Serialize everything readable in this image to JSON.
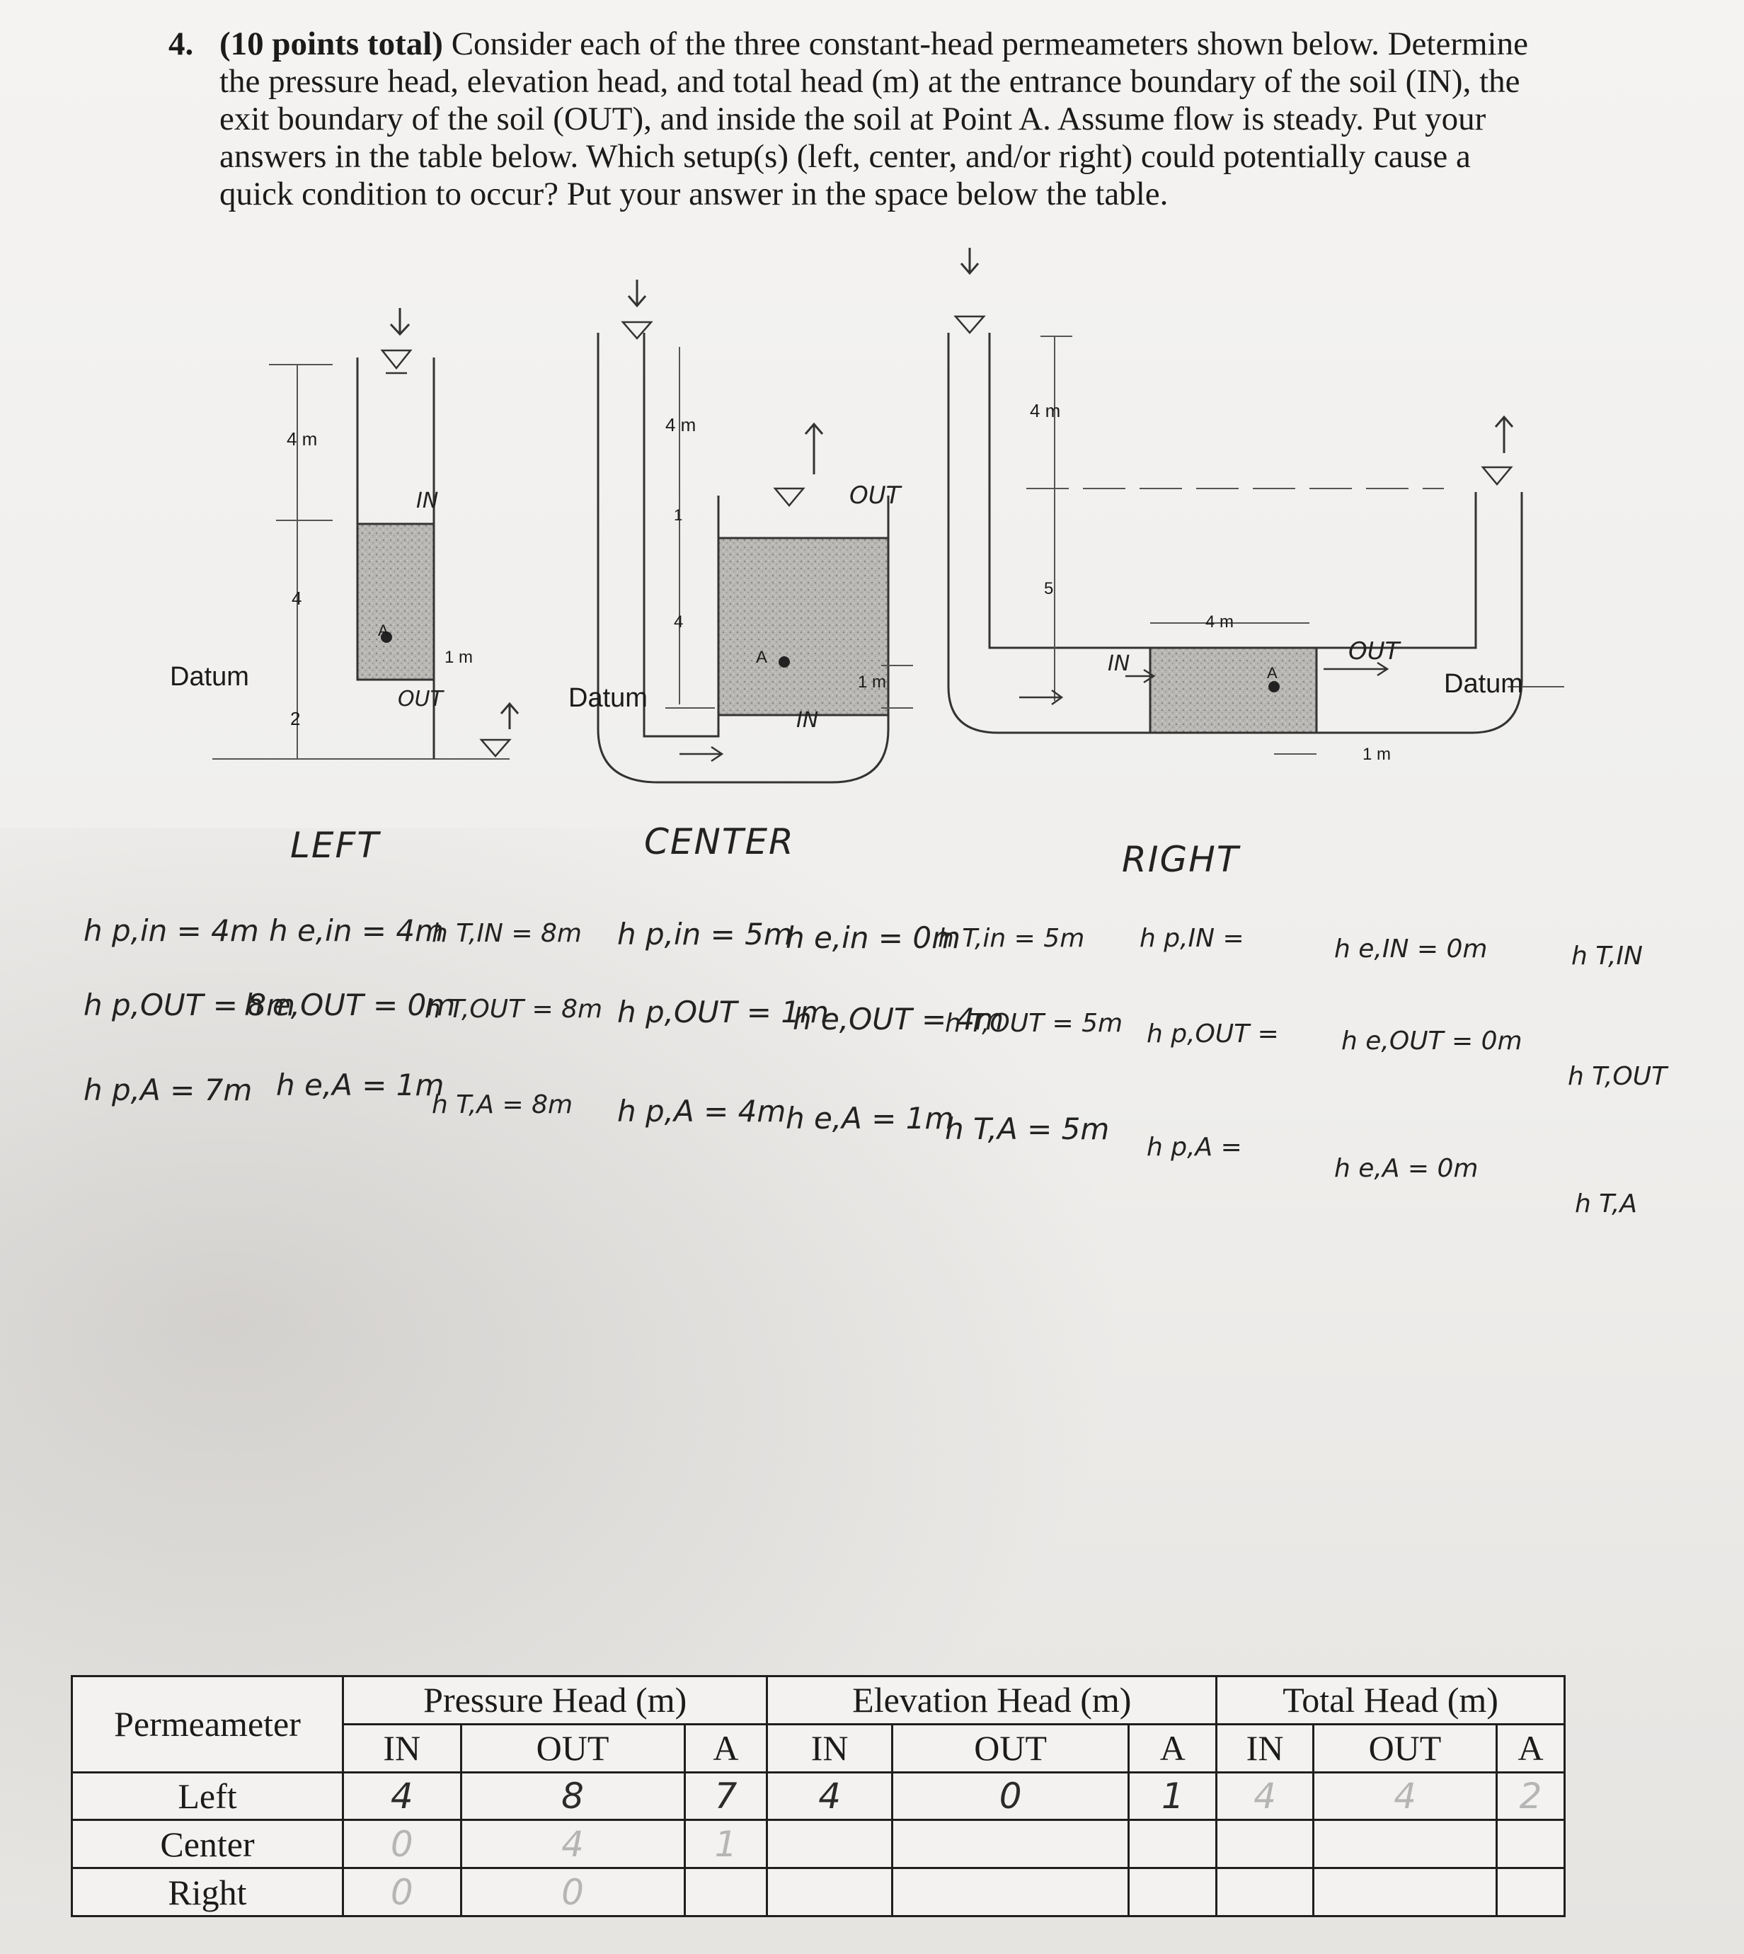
{
  "question": {
    "number": "4.",
    "points": "(10 points total)",
    "text": "Consider each of the three constant-head permeameters shown below. Determine the pressure head, elevation head, and total head (m) at the entrance boundary of the soil (IN), the exit boundary of the soil (OUT), and inside the soil at Point A. Assume flow is steady. Put your answers in the table below. Which setup(s) (left, center, and/or right) could potentially cause a quick condition to occur? Put your answer in the space below the table."
  },
  "diagram": {
    "left": {
      "dims": [
        "4 m",
        "4",
        "2",
        "1 m"
      ],
      "datum": "Datum",
      "point": "A",
      "in_label": "IN",
      "out_label": "OUT"
    },
    "center": {
      "dims": [
        "4 m",
        "1",
        "4",
        "1 m"
      ],
      "datum": "Datum",
      "point": "A",
      "in_label": "IN",
      "out_label": "OUT"
    },
    "right": {
      "dims": [
        "4 m",
        "5",
        "4 m",
        "1 m"
      ],
      "datum": "Datum",
      "point": "A",
      "in_label": "IN",
      "out_label": "OUT"
    }
  },
  "notes": {
    "left_title": "LEFT",
    "center_title": "CENTER",
    "right_title": "RIGHT",
    "left": [
      "h p,in = 4m",
      "h e,in = 4m",
      "h T,IN = 8m",
      "h p,OUT = 8m",
      "h e,OUT = 0m",
      "h T,OUT = 8m",
      "h p,A = 7m",
      "h e,A = 1m",
      "h T,A = 8m"
    ],
    "center": [
      "h p,in = 5m",
      "h e,in = 0m",
      "h T,in = 5m",
      "h p,OUT = 1m",
      "h e,OUT = 4m",
      "h T,OUT = 5m",
      "h p,A = 4m",
      "h e,A = 1m",
      "h T,A = 5m"
    ],
    "right": [
      "h p,IN =",
      "h e,IN = 0m",
      "h T,IN",
      "h p,OUT =",
      "h e,OUT = 0m",
      "h T,OUT",
      "h p,A =",
      "h e,A = 0m",
      "h T,A"
    ]
  },
  "table": {
    "header": {
      "permeameter": "Permeameter",
      "pressure": "Pressure Head (m)",
      "elevation": "Elevation Head (m)",
      "total": "Total Head (m)"
    },
    "sub": [
      "IN",
      "OUT",
      "A",
      "IN",
      "OUT",
      "A",
      "IN",
      "OUT",
      "A"
    ],
    "rows": [
      {
        "label": "Left",
        "values": [
          "4",
          "8",
          "7",
          "4",
          "0",
          "1",
          "4",
          "4",
          "2"
        ]
      },
      {
        "label": "Center",
        "values": [
          "0",
          "4",
          "1",
          "",
          "",
          "",
          "",
          "",
          ""
        ]
      },
      {
        "label": "Right",
        "values": [
          "0",
          "0",
          "",
          "",
          "",
          "",
          "",
          "",
          ""
        ]
      }
    ]
  }
}
